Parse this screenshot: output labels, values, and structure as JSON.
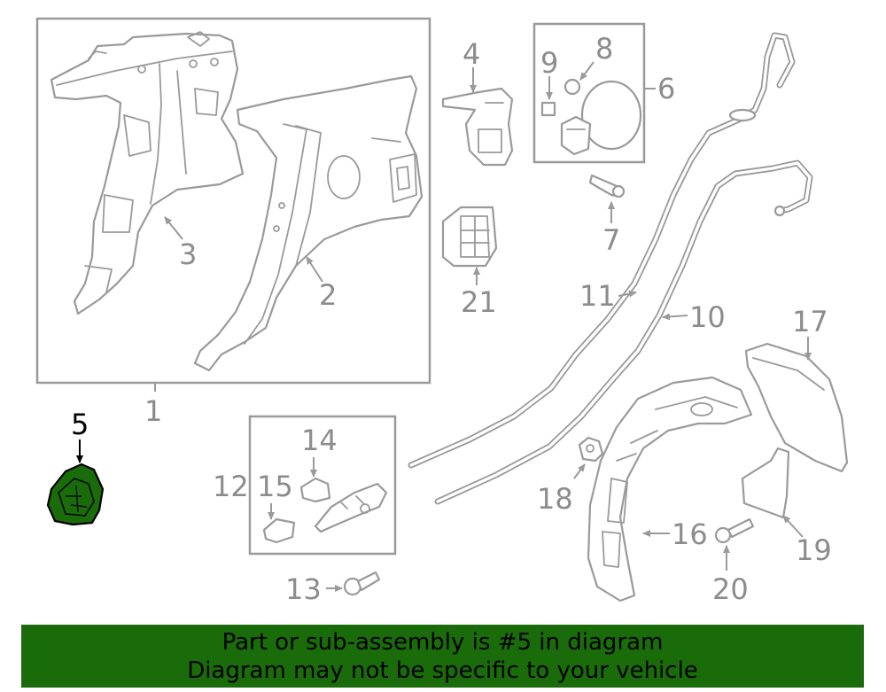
{
  "labels": {
    "n1": "1",
    "n2": "2",
    "n3": "3",
    "n4": "4",
    "n5": "5",
    "n6": "6",
    "n7": "7",
    "n8": "8",
    "n9": "9",
    "n10": "10",
    "n11": "11",
    "n12": "12",
    "n13": "13",
    "n14": "14",
    "n15": "15",
    "n16": "16",
    "n17": "17",
    "n18": "18",
    "n19": "19",
    "n20": "20",
    "n21": "21"
  },
  "banner": {
    "line1": "Part or sub-assembly is #5 in diagram",
    "line2": "Diagram may not be specific to your vehicle"
  },
  "colors": {
    "highlight_fill": "#1a6b0a",
    "banner_bg": "#1a6b0a",
    "line_gray": "#9a9a9a"
  }
}
